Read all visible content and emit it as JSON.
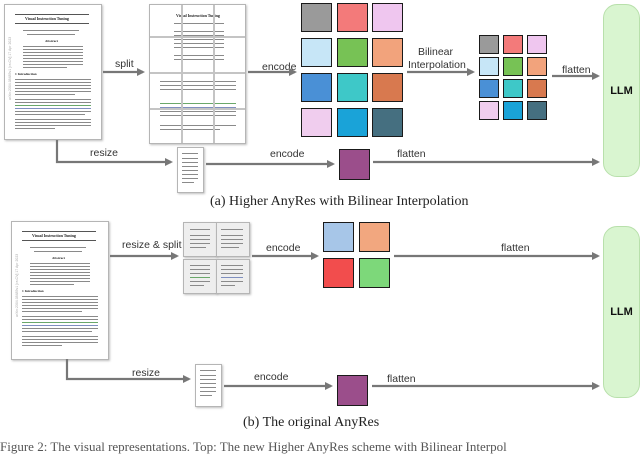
{
  "doc": {
    "title": "Visual Instruction Tuning",
    "arxiv": "arXiv:2304.08485v1 [cs.CV] 17 Apr 2023",
    "abstract_heading": "Abstract",
    "intro_heading": "1 Introduction"
  },
  "top": {
    "split_label": "split",
    "encode_label": "encode",
    "bilinear_label": "Bilinear",
    "interp_label": "Interpolation",
    "flatten_label": "flatten",
    "resize_label": "resize",
    "encode2_label": "encode",
    "flatten2_label": "flatten",
    "llm_label": "LLM",
    "caption": "(a) Higher AnyRes with Bilinear Interpolation"
  },
  "bottom": {
    "resize_split_label": "resize & split",
    "encode_label": "encode",
    "flatten_label": "flatten",
    "resize_label": "resize",
    "encode2_label": "encode",
    "flatten2_label": "flatten",
    "llm_label": "LLM",
    "caption": "(b) The original AnyRes"
  },
  "figure_caption": "Figure 2: The visual representations. Top: The new Higher AnyRes scheme with Bilinear Interpol",
  "colors": {
    "gray": "#9a9a9a",
    "salmon": "#f37a7a",
    "pink": "#efc6ef",
    "lightblue": "#c7e6f7",
    "green": "#77c255",
    "orange": "#f2a37c",
    "blue": "#4a90d6",
    "teal": "#3ec8c8",
    "brown": "#d8794f",
    "lavender": "#f0cdee",
    "cyan": "#1aa3d8",
    "slate": "#456f80",
    "purple": "#9b4e8b",
    "b_blue": "#a7c6e8",
    "b_orange": "#f2a77f",
    "b_red": "#f24d4d",
    "b_green": "#7dd87a",
    "llm_bg": "#d9f5d0",
    "arrow": "#777777"
  }
}
